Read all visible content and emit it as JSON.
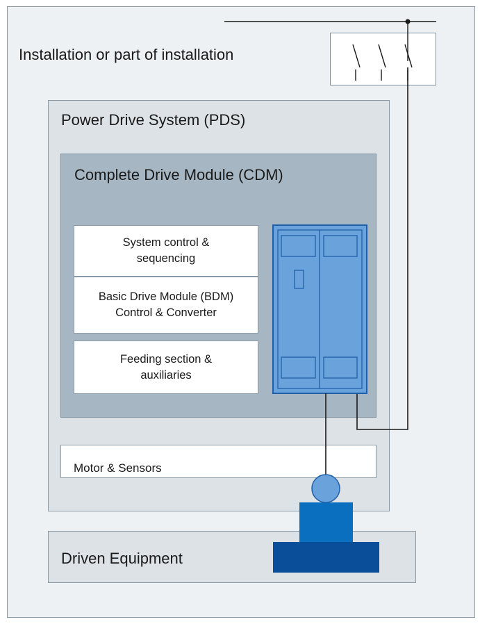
{
  "installation": {
    "label": "Installation or part of installation"
  },
  "pds": {
    "label": "Power Drive System (PDS)"
  },
  "cdm": {
    "label": "Complete Drive Module (CDM)"
  },
  "modules": {
    "system_control": "System control &\nsequencing",
    "bdm": "Basic Drive Module (BDM)\nControl & Converter",
    "feeding": "Feeding section &\nauxiliaries"
  },
  "motor_sensors": {
    "label": "Motor & Sensors"
  },
  "driven_equipment": {
    "label": "Driven Equipment"
  },
  "colors": {
    "cabinet_fill": "#6aa3dc",
    "cabinet_border": "#1f5fa8",
    "motor_body": "#0b6fc0",
    "motor_base": "#0a4e9a",
    "motor_head": "#6aa3dc",
    "line": "#1a1a1a"
  }
}
